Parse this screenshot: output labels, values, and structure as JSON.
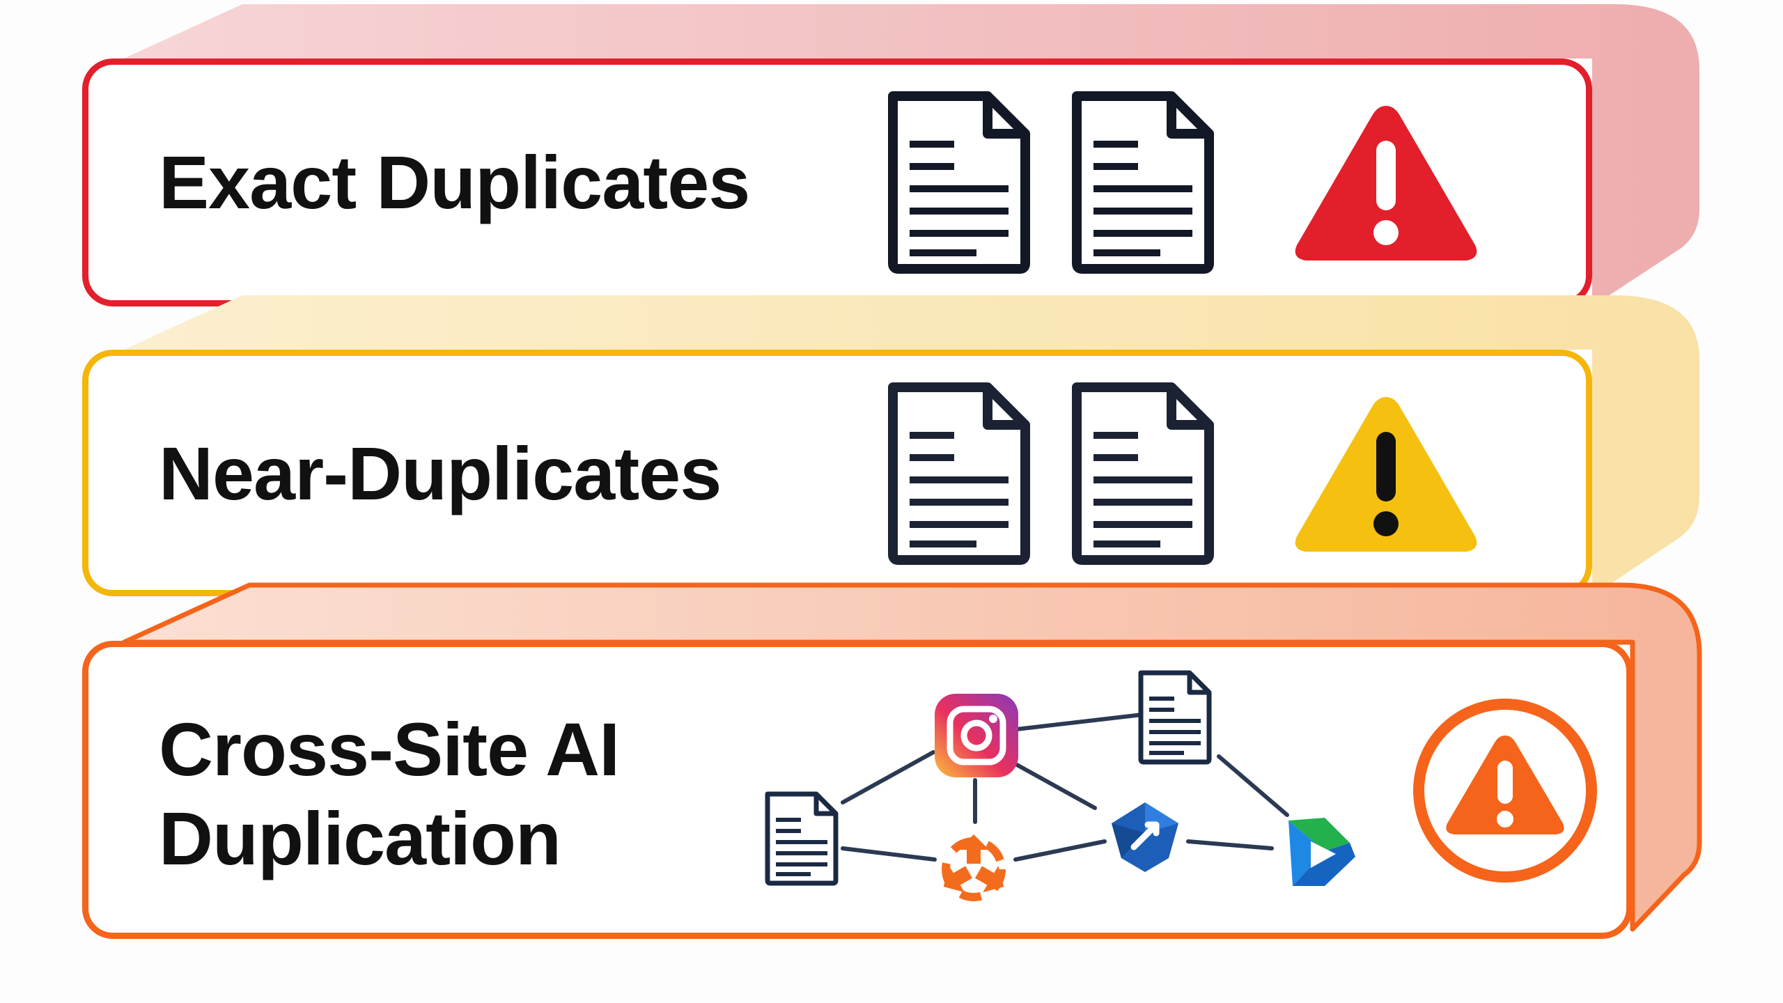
{
  "tiers": [
    {
      "label": "Exact Duplicates",
      "accent": "#e21f2b",
      "shelf_color": "#f0b0b2",
      "icons": [
        "document-icon",
        "document-icon",
        "warning-triangle-icon"
      ]
    },
    {
      "label": "Near-Duplicates",
      "accent": "#f5b60a",
      "shelf_color": "#fbe6b0",
      "icons": [
        "document-icon",
        "document-icon",
        "warning-triangle-icon"
      ]
    },
    {
      "label": "Cross-Site AI Duplication",
      "accent": "#f5641a",
      "shelf_color": "#f8c3ad",
      "icons": [
        "document-icon",
        "camera-app-icon",
        "recycle-icon",
        "document-icon",
        "diamond-logo-icon",
        "play-logo-icon",
        "warning-circle-icon"
      ]
    }
  ],
  "colors": {
    "red": "#e21f2b",
    "yellow": "#f5b60a",
    "orange": "#f5641a",
    "doc_stroke": "#1b2233",
    "network_line": "#2b3a52",
    "camera_gradient": [
      "#f9c046",
      "#e1306c",
      "#8a3ab9"
    ],
    "recycle": "#f36c1d",
    "diamond": "#1d5fb8",
    "play": [
      "#22b14c",
      "#1e88e5"
    ]
  }
}
